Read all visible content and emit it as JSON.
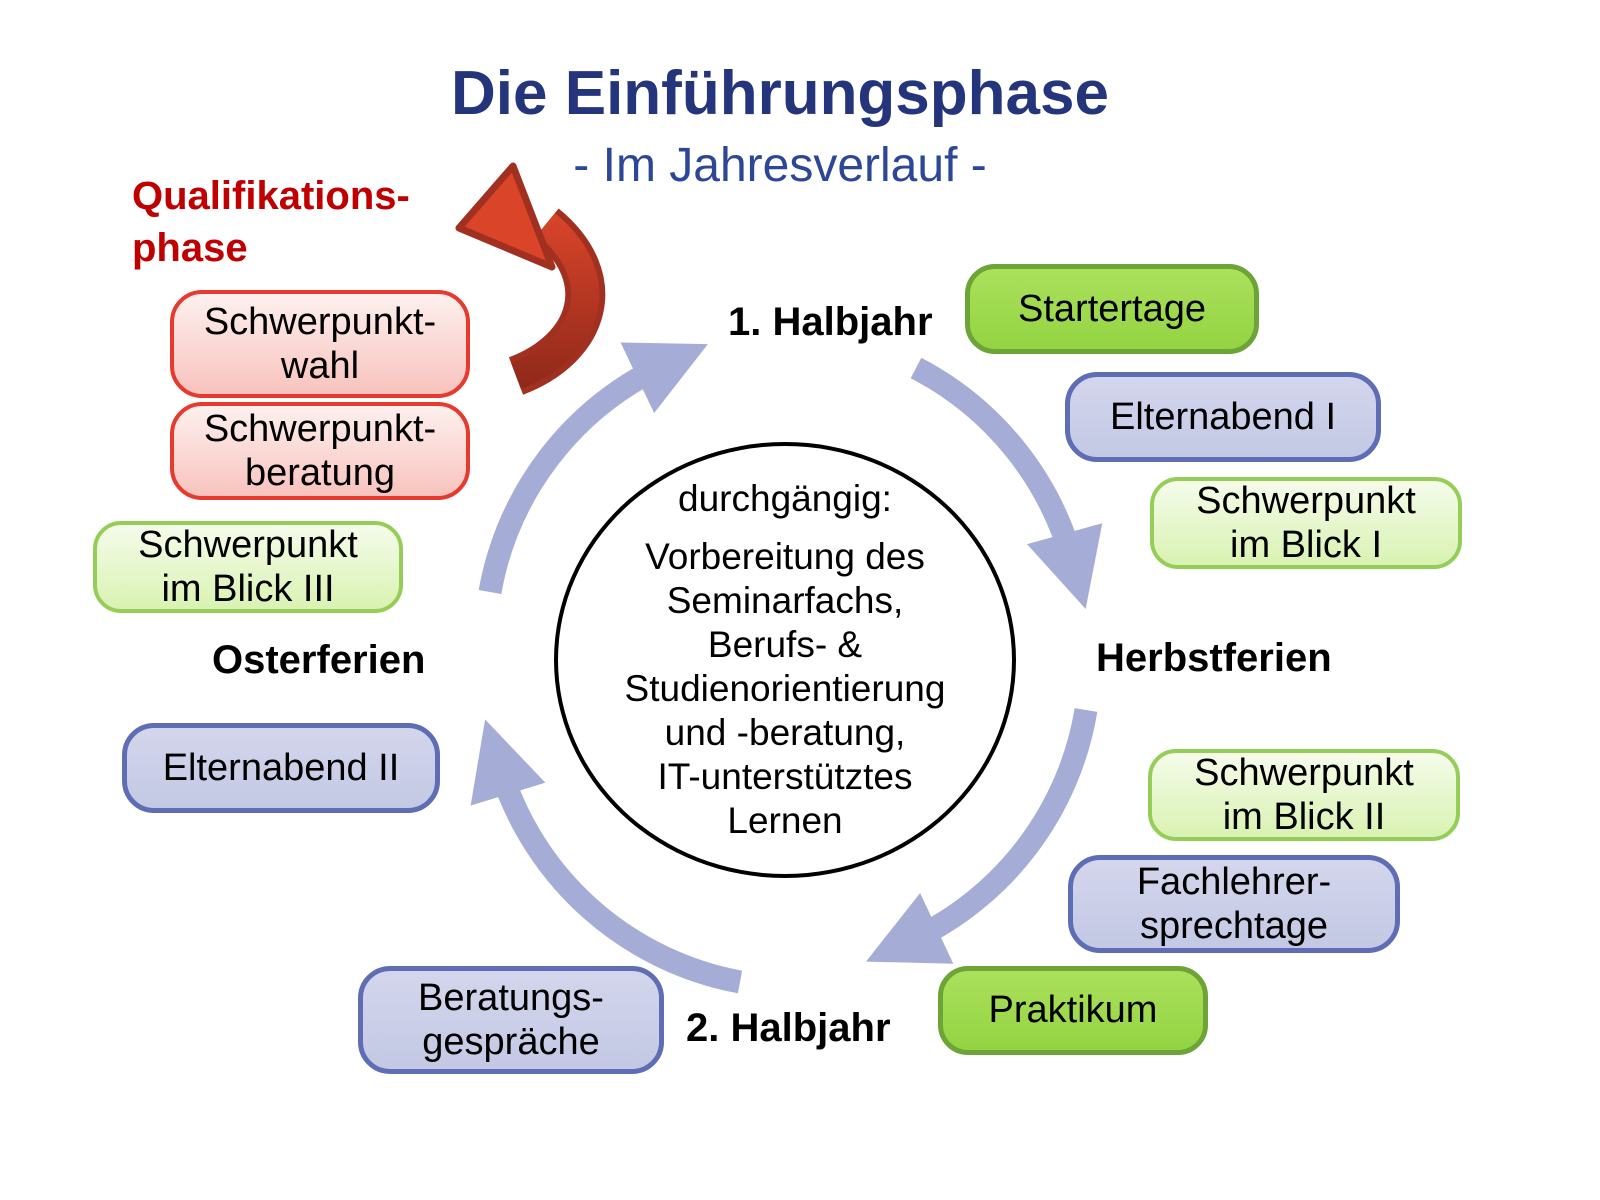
{
  "title": "Die Einführungsphase",
  "subtitle": "- Im Jahresverlauf -",
  "qualification_label": {
    "line1": "Qualifikations-",
    "line2": "phase"
  },
  "phase_labels": {
    "first_half": "1. Halbjahr",
    "autumn_break": "Herbstferien",
    "second_half": "2. Halbjahr",
    "easter_break": "Osterferien"
  },
  "center_circle": {
    "heading": "durchgängig:",
    "lines": [
      "Vorbereitung des",
      "Seminarfachs,",
      "Berufs- &",
      "Studienorientierung",
      "und -beratung,",
      "IT-unterstütztes",
      "Lernen"
    ]
  },
  "boxes": {
    "schwerpunkt_wahl": {
      "lines": [
        "Schwerpunkt-",
        "wahl"
      ],
      "style": "pink"
    },
    "schwerpunkt_beratung": {
      "lines": [
        "Schwerpunkt-",
        "beratung"
      ],
      "style": "pink"
    },
    "schwerpunkt_blick_3": {
      "lines": [
        "Schwerpunkt",
        "im Blick III"
      ],
      "style": "lightgreen"
    },
    "elternabend_2": {
      "lines": [
        "Elternabend II"
      ],
      "style": "lavender"
    },
    "startertage": {
      "lines": [
        "Startertage"
      ],
      "style": "green"
    },
    "elternabend_1": {
      "lines": [
        "Elternabend I"
      ],
      "style": "lavender"
    },
    "schwerpunkt_blick_1": {
      "lines": [
        "Schwerpunkt",
        "im Blick I"
      ],
      "style": "lightgreen"
    },
    "schwerpunkt_blick_2": {
      "lines": [
        "Schwerpunkt",
        "im Blick II"
      ],
      "style": "lightgreen"
    },
    "fachlehrer_sprechtage": {
      "lines": [
        "Fachlehrer-",
        "sprechtage"
      ],
      "style": "lavender"
    },
    "praktikum": {
      "lines": [
        "Praktikum"
      ],
      "style": "green"
    },
    "beratungsgespraeche": {
      "lines": [
        "Beratungs-",
        "gespräche"
      ],
      "style": "lavender"
    }
  },
  "colors": {
    "title_navy": "#24357c",
    "subtitle_blue": "#2c4796",
    "qualification_red": "#c00000",
    "cycle_arrow_periwinkle": "#a5add6",
    "red_arrow_bright": "#d84228",
    "red_arrow_dark": "#a23020",
    "green_box_fill": "#9bd84b",
    "green_box_border": "#6ca437",
    "lightgreen_box_fill": "#e4f6c8",
    "lightgreen_box_border": "#94ce58",
    "lavender_box_fill": "#c9cde8",
    "lavender_box_border": "#5e6db4",
    "pink_box_fill": "#f9d3cf",
    "pink_box_border": "#e73a2c"
  }
}
